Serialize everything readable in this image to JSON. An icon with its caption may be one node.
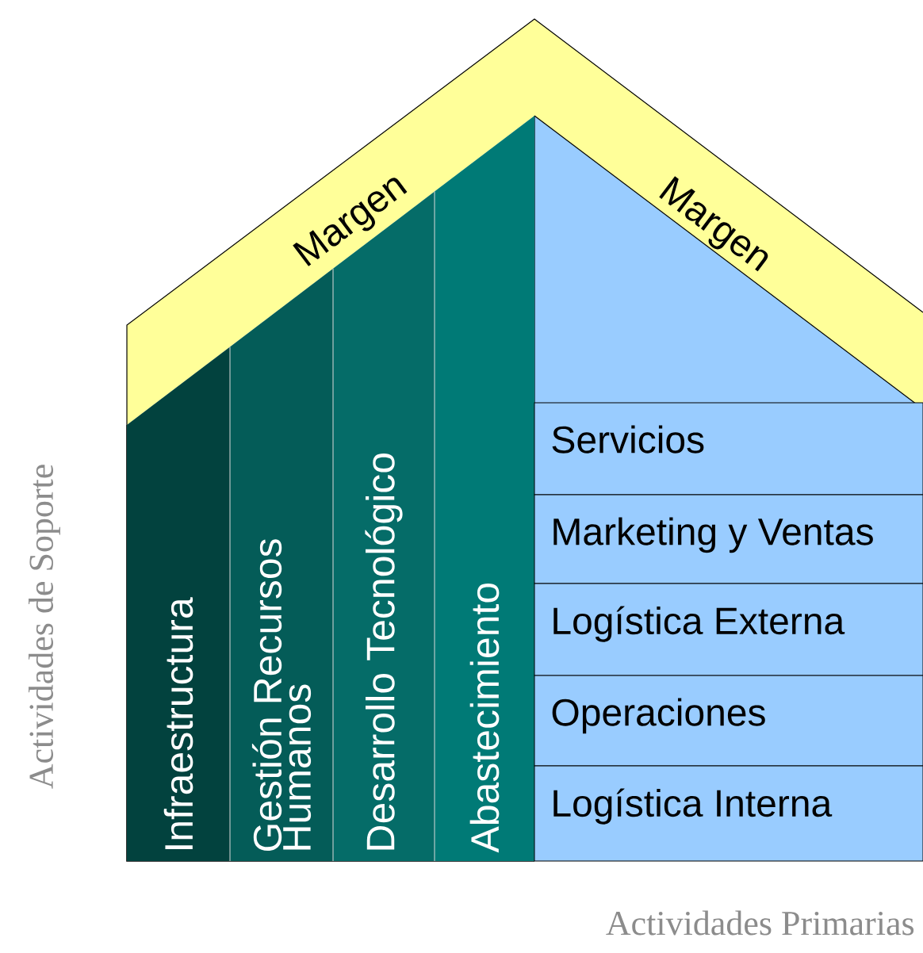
{
  "diagram": {
    "nodes": [
      {
        "text": [
          "Margen",
          "Margen"
        ]
      },
      {
        "text": [
          "Infraestructura"
        ]
      },
      {
        "text": [
          "Gestión Recursos Humanos"
        ]
      },
      {
        "text": [
          "Desarrollo Tecnológico"
        ]
      },
      {
        "text": [
          "Abastecimiento"
        ]
      },
      {
        "text": [
          "Servicios"
        ]
      },
      {
        "text": [
          "Marketing y Ventas"
        ]
      },
      {
        "text": [
          "Logística Externa"
        ]
      },
      {
        "text": [
          "Operaciones"
        ]
      },
      {
        "text": [
          "Logística Interna"
        ]
      }
    ],
    "labels": [
      "Actividades de Soporte",
      "Actividades Primarias"
    ]
  }
}
